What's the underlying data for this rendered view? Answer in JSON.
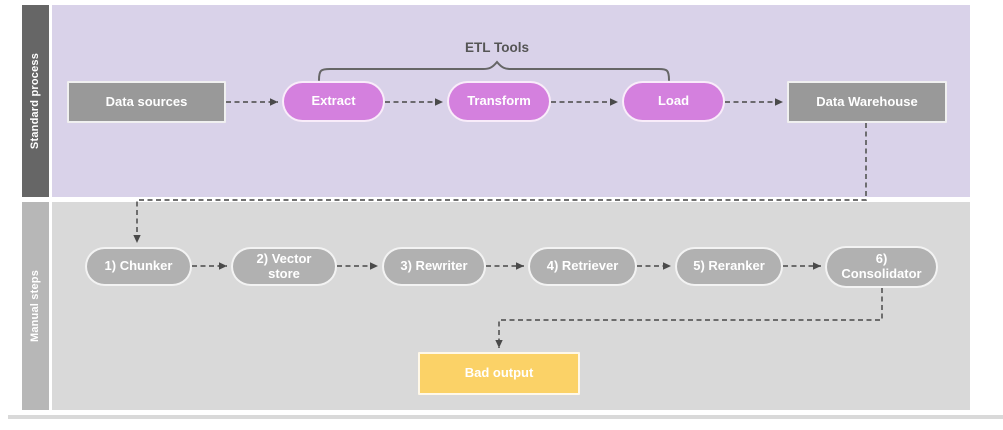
{
  "lanes": {
    "standard": {
      "label": "Standard process"
    },
    "manual": {
      "label": "Manual steps"
    }
  },
  "etl": {
    "bracket_label": "ETL Tools",
    "data_sources": "Data sources",
    "extract": "Extract",
    "transform": "Transform",
    "load": "Load",
    "data_warehouse": "Data Warehouse"
  },
  "manual": {
    "steps": [
      "1) Chunker",
      "2) Vector store",
      "3) Rewriter",
      "4) Retriever",
      "5) Reranker",
      "6) Consolidator"
    ],
    "bad_output": "Bad output"
  },
  "colors": {
    "lane_standard_bg": "#d9d2e9",
    "lane_manual_bg": "#d9d9d9",
    "band_standard": "#666666",
    "band_manual": "#b7b7b7",
    "box_gray": "#999999",
    "pill_pink": "#d480de",
    "pill_gray": "#b1b1b1",
    "output_yellow": "#fbd267",
    "connector": "#5c5c5c"
  }
}
